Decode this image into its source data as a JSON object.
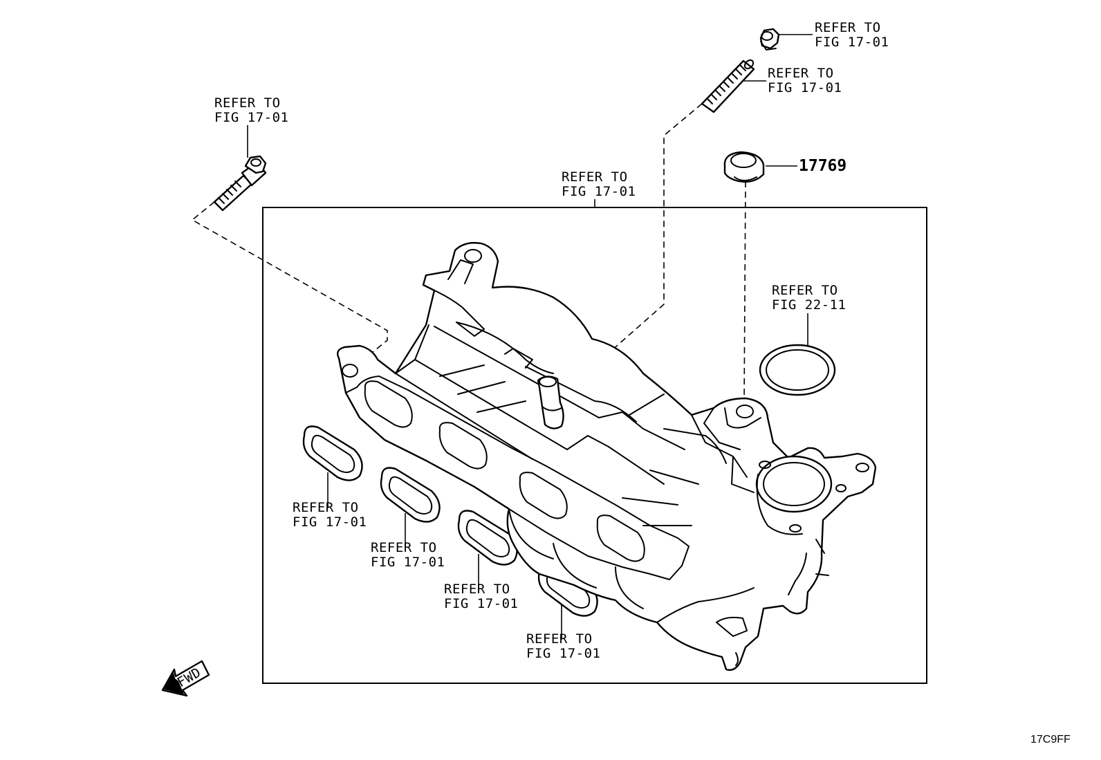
{
  "callouts": [
    {
      "line1": "REFER TO",
      "line2": "FIG 17-01"
    },
    {
      "line1": "REFER TO",
      "line2": "FIG 17-01"
    },
    {
      "line1": "REFER TO",
      "line2": "FIG 17-01"
    },
    {
      "line1": "REFER TO",
      "line2": "FIG 17-01"
    },
    {
      "line1": "REFER TO",
      "line2": "FIG 22-11"
    },
    {
      "line1": "REFER TO",
      "line2": "FIG 17-01"
    },
    {
      "line1": "REFER TO",
      "line2": "FIG 17-01"
    },
    {
      "line1": "REFER TO",
      "line2": "FIG 17-01"
    },
    {
      "line1": "REFER TO",
      "line2": "FIG 17-01"
    }
  ],
  "part_number": "17769",
  "forward_arrow": "FWD",
  "figure_code": "17C9FF"
}
